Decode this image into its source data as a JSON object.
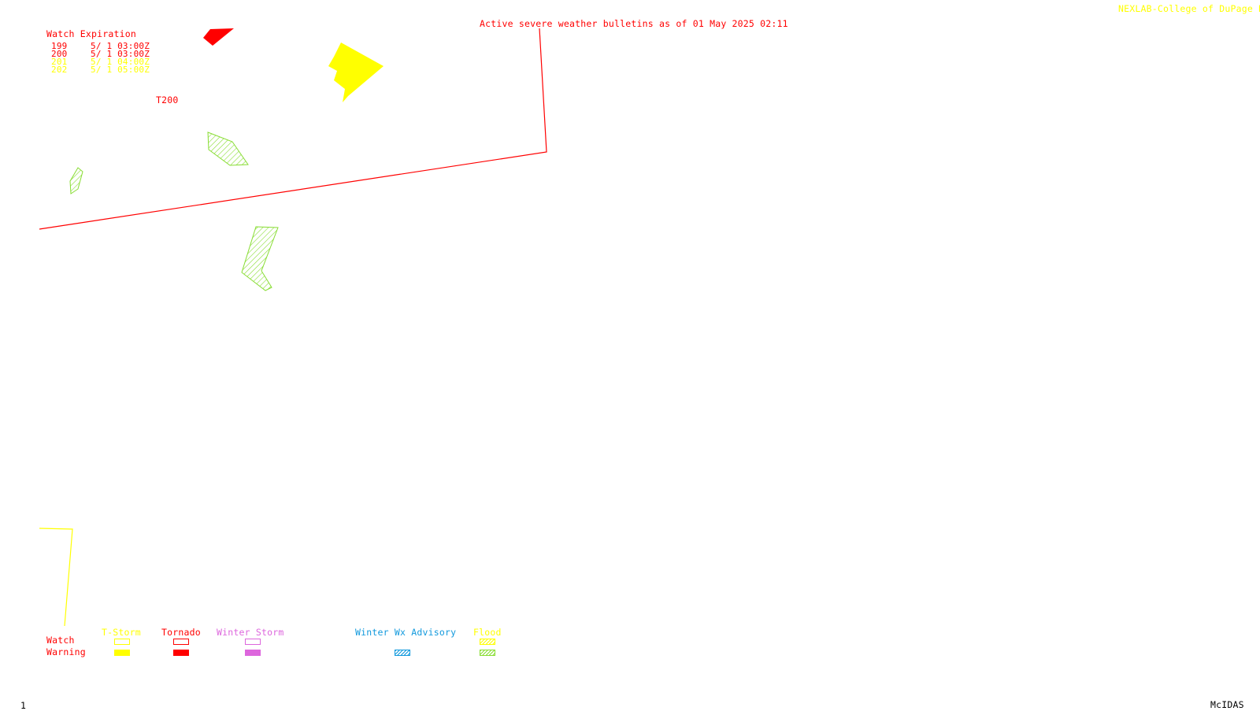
{
  "header": {
    "title": "Active severe weather bulletins as of 01 May 2025 02:11",
    "credit": "NEXLAB-College of DuPage R"
  },
  "watch_expiration": {
    "heading": "Watch Expiration",
    "rows": [
      {
        "id": "199",
        "time": "5/ 1 03:00Z",
        "color": "#ff0000"
      },
      {
        "id": "200",
        "time": "5/ 1 03:00Z",
        "color": "#ff0000"
      },
      {
        "id": "201",
        "time": "5/ 1 04:00Z",
        "color": "#ffff00"
      },
      {
        "id": "202",
        "time": "5/ 1 05:00Z",
        "color": "#ffff00"
      }
    ]
  },
  "map_labels": {
    "watch_200": "T200"
  },
  "legend": {
    "row_watch": "Watch",
    "row_warning": "Warning",
    "columns": [
      {
        "label": "T-Storm",
        "color": "#ffff00"
      },
      {
        "label": "Tornado",
        "color": "#ff0000"
      },
      {
        "label": "Winter Storm",
        "color": "#dd66dd"
      },
      {
        "label": "Winter Wx Advisory",
        "color": "#1199dd"
      },
      {
        "label": "Flood",
        "color": "#88dd33"
      }
    ]
  },
  "footer": {
    "frame": "1",
    "software": "McIDAS"
  },
  "colors": {
    "tornado": "#ff0000",
    "tstorm": "#ffff00",
    "winter_storm": "#dd66dd",
    "winter_advisory": "#1199dd",
    "flood": "#88dd33",
    "footer_text": "#000000"
  }
}
